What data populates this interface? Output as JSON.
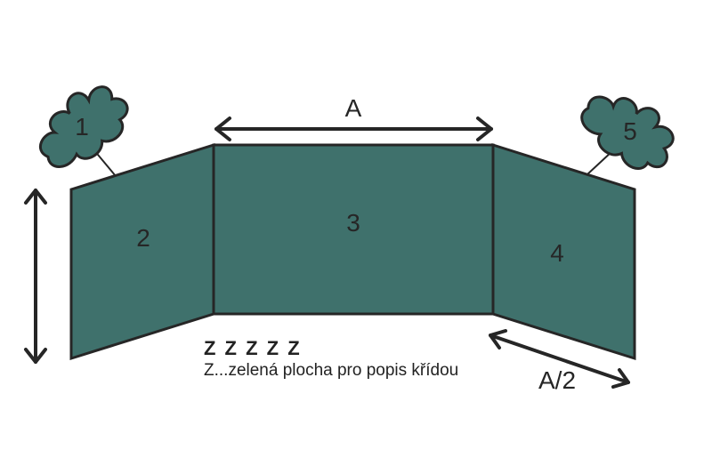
{
  "colors": {
    "panel_fill": "#3f716c",
    "outline": "#262626",
    "text": "#262626",
    "background": "#ffffff"
  },
  "panels": [
    {
      "id": "1",
      "label": "1",
      "shape": "brush-cluster"
    },
    {
      "id": "2",
      "label": "2",
      "shape": "side-wing"
    },
    {
      "id": "3",
      "label": "3",
      "shape": "center-panel"
    },
    {
      "id": "4",
      "label": "4",
      "shape": "side-wing"
    },
    {
      "id": "5",
      "label": "5",
      "shape": "brush-cluster"
    }
  ],
  "dimensions": {
    "width_label": "A",
    "wing_label": "A/2"
  },
  "legend": {
    "symbol": "Z Z Z Z Z",
    "description": "Z...zelená plocha pro popis křídou"
  }
}
